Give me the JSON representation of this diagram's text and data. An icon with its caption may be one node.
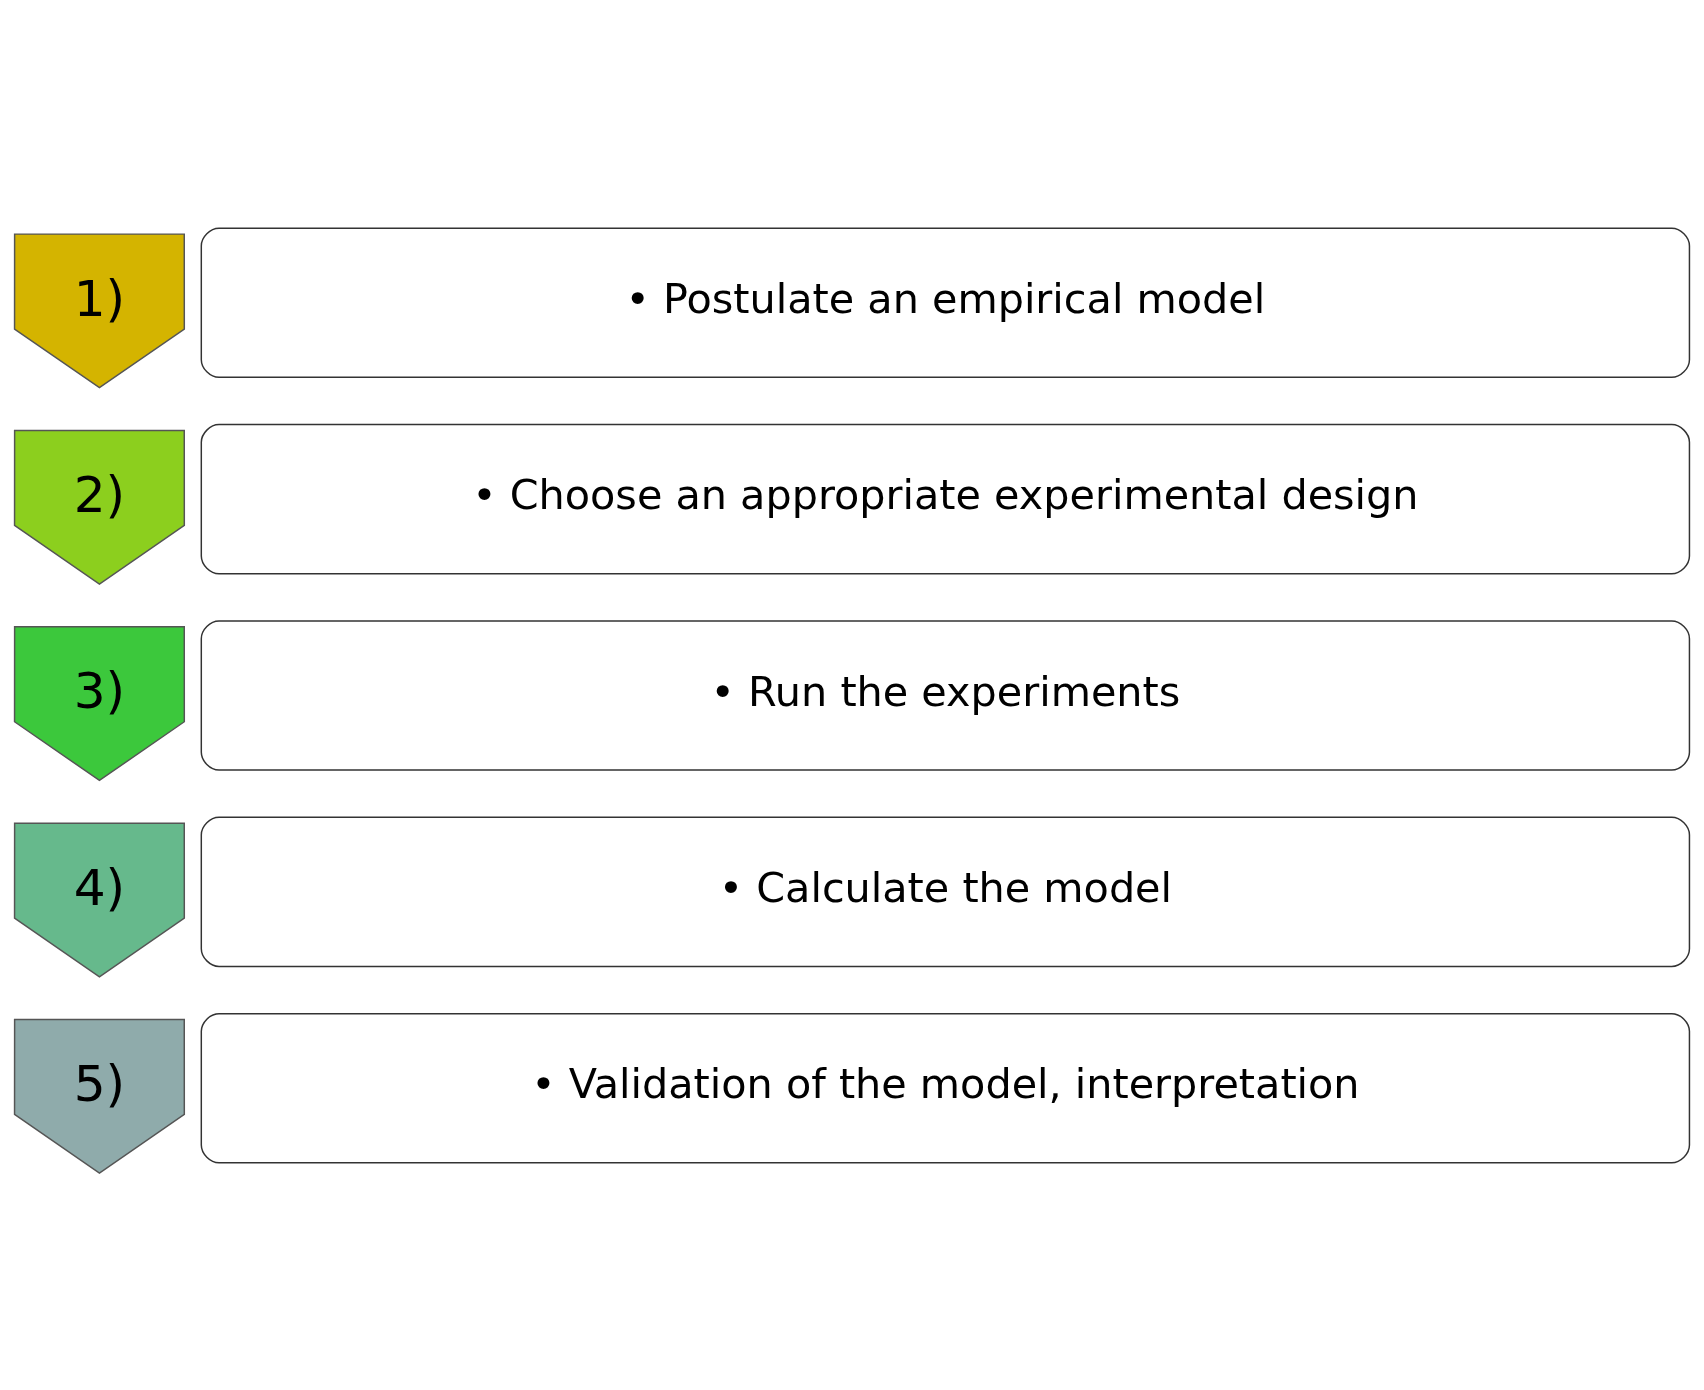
{
  "diagram": {
    "nodes": [
      {
        "text": [
          "1)"
        ]
      },
      {
        "text": [
          "• Postulate an empirical model"
        ]
      },
      {
        "text": [
          "2)"
        ]
      },
      {
        "text": [
          "• Choose an appropriate experimental design"
        ]
      },
      {
        "text": [
          "3)"
        ]
      },
      {
        "text": [
          "• Run the experiments"
        ]
      },
      {
        "text": [
          "4)"
        ]
      },
      {
        "text": [
          "• Calculate the model"
        ]
      },
      {
        "text": [
          "5)"
        ]
      },
      {
        "text": [
          "• Validation of the model, interpretation"
        ]
      }
    ]
  }
}
